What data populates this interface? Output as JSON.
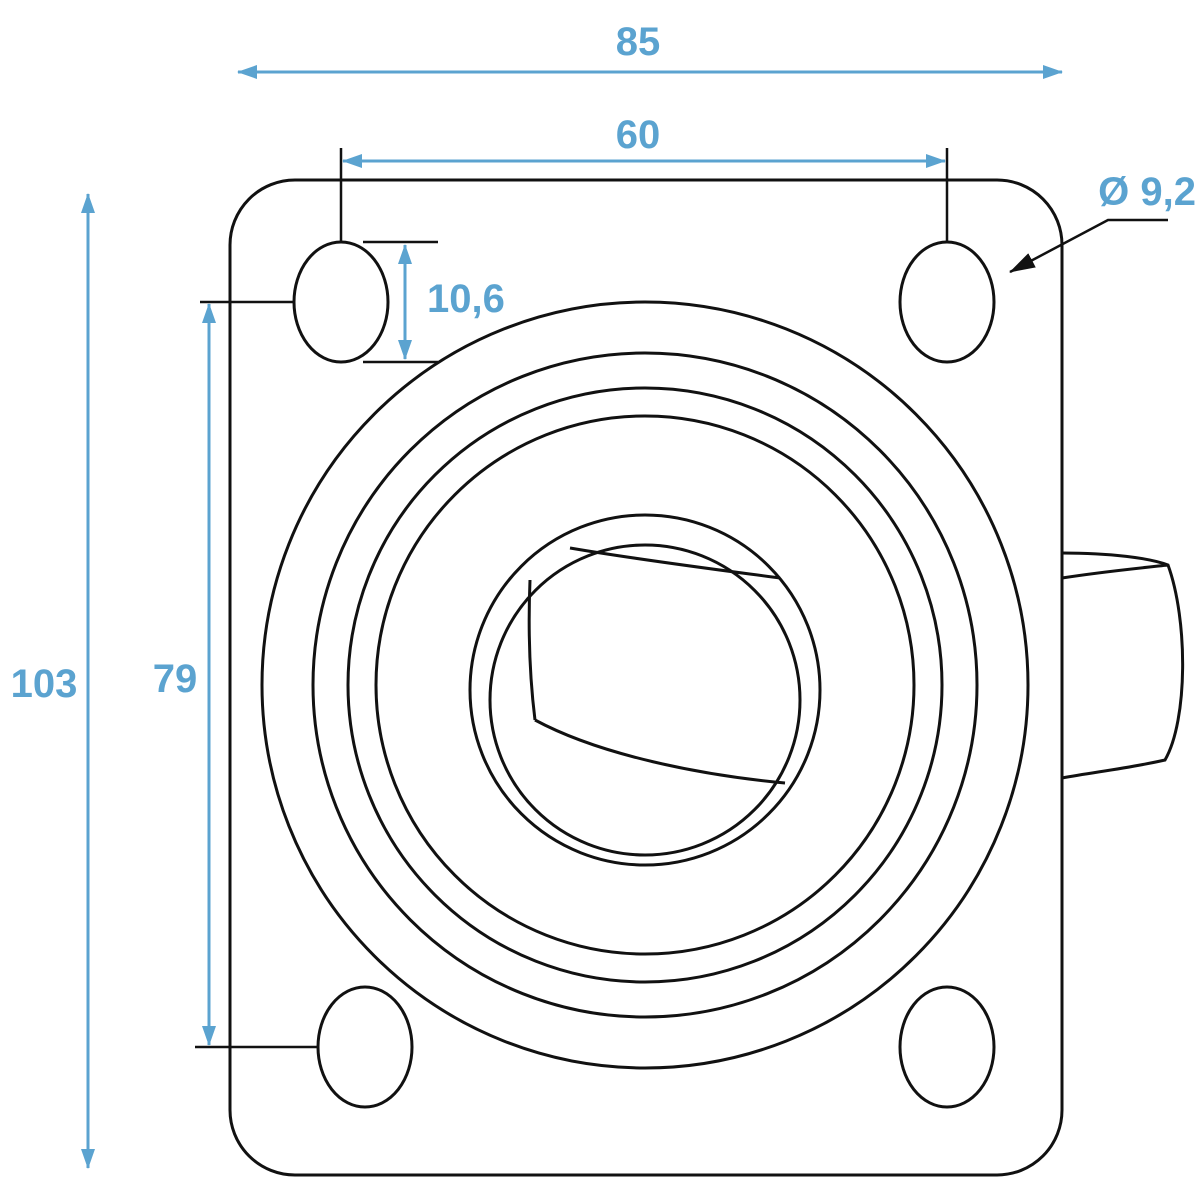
{
  "dimensions": {
    "overall_width": "85",
    "hole_spacing_width": "60",
    "hole_diameter": "10,6",
    "hole_callout": "Ø 9,2",
    "overall_height": "103",
    "hole_spacing_height": "79"
  },
  "colors": {
    "dimension": "#5ba3d0",
    "outline": "#111111",
    "background": "#ffffff"
  }
}
